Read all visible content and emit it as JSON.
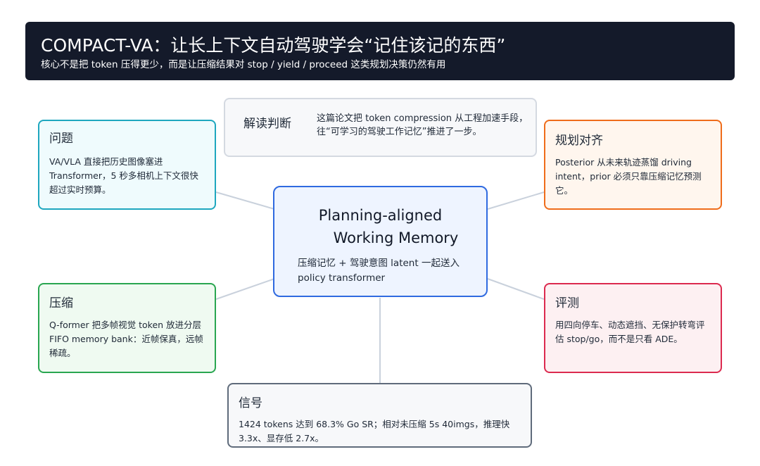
{
  "header": {
    "title": "COMPACT-VA：让长上下文自动驾驶学会“记住该记的东西”",
    "subtitle": "核心不是把 token 压得更少，而是让压缩结果对 stop / yield / proceed 这类规划决策仍然有用"
  },
  "verdict": {
    "label": "解读判断",
    "text": "这篇论文把 token compression 从工程加速手段，往“可学习的驾驶工作记忆”推进了一步。"
  },
  "center": {
    "title_line1": "Planning-aligned",
    "title_line2": "Working Memory",
    "desc": "压缩记忆 + 驾驶意图 latent 一起送入 policy transformer"
  },
  "cards": {
    "problem": {
      "title": "问题",
      "body": "VA/VLA 直接把历史图像塞进 Transformer，5 秒多相机上下文很快超过实时预算。"
    },
    "compress": {
      "title": "压缩",
      "body": "Q-former 把多帧视觉 token 放进分层 FIFO memory bank：近帧保真，远帧稀疏。"
    },
    "planning": {
      "title": "规划对齐",
      "body": "Posterior 从未来轨迹蒸馏 driving intent，prior 必须只靠压缩记忆预测它。"
    },
    "eval": {
      "title": "评测",
      "body": "用四向停车、动态遮挡、无保护转弯评估 stop/go，而不是只看 ADE。"
    },
    "signal": {
      "title": "信号",
      "body": "1424 tokens 达到 68.3% Go SR；相对未压缩 5s 40imgs，推理快 3.3x、显存低 2.7x。"
    }
  },
  "colors": {
    "banner": "#141a2a",
    "problem": "#1ea7bf",
    "compress": "#29a650",
    "planning": "#ef6c1a",
    "eval": "#dc2a4f",
    "signal": "#5f6b7b",
    "center": "#2f6ae0",
    "connector": "#c9d1dc"
  }
}
